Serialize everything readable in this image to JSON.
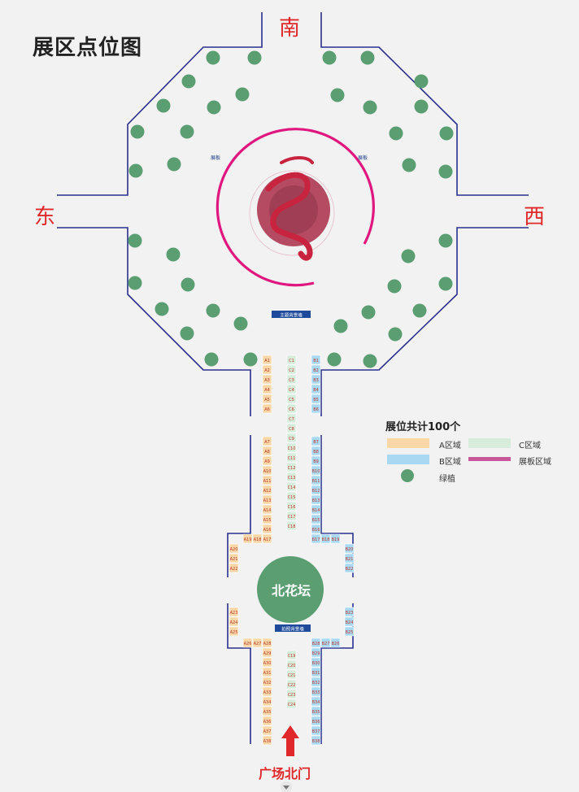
{
  "title": "展区点位图",
  "compass": {
    "south": "南",
    "east": "东",
    "west": "西"
  },
  "labels": {
    "panel_left": "展板",
    "panel_right": "展板",
    "theme_wall": "主题背景墙",
    "flower_bed": "北花坛",
    "photo_wall": "拍照背景墙",
    "gate": "广场北门"
  },
  "legend": {
    "title": "展位共计100个",
    "items": [
      {
        "label": "A区域",
        "color": "#fbd7a8"
      },
      {
        "label": "C区域",
        "color": "#d8ecdb"
      },
      {
        "label": "B区域",
        "color": "#a9d8f3"
      },
      {
        "label": "展板区域",
        "color": "#c8569b"
      },
      {
        "label": "绿植",
        "color": "#5a9e72"
      }
    ]
  },
  "booths": {
    "A": [
      "A1",
      "A2",
      "A3",
      "A4",
      "A5",
      "A6",
      "A7",
      "A8",
      "A9",
      "A10",
      "A11",
      "A12",
      "A13",
      "A14",
      "A15",
      "A16",
      "A17",
      "A18",
      "A19",
      "A20",
      "A21",
      "A22",
      "A23",
      "A24",
      "A25",
      "A26",
      "A27",
      "A28",
      "A29",
      "A30",
      "A31",
      "A32",
      "A33",
      "A34",
      "A35",
      "A36",
      "A37",
      "A38"
    ],
    "B": [
      "B1",
      "B2",
      "B3",
      "B4",
      "B5",
      "B6",
      "B7",
      "B8",
      "B9",
      "B10",
      "B11",
      "B12",
      "B13",
      "B14",
      "B15",
      "B16",
      "B17",
      "B18",
      "B19",
      "B20",
      "B21",
      "B22",
      "B23",
      "B24",
      "B25",
      "B26",
      "B27",
      "B28",
      "B29",
      "B30",
      "B31",
      "B32",
      "B33",
      "B34",
      "B35",
      "B36",
      "B37",
      "B38"
    ],
    "C": [
      "C1",
      "C2",
      "C3",
      "C4",
      "C5",
      "C6",
      "C7",
      "C8",
      "C9",
      "C10",
      "C11",
      "C12",
      "C13",
      "C14",
      "C15",
      "C16",
      "C17",
      "C18",
      "C19",
      "C20",
      "C21",
      "C22",
      "C23",
      "C24"
    ]
  },
  "colors": {
    "wall": "#2b2f8c",
    "booth_a": "#fbd7a8",
    "booth_b": "#a9d8f3",
    "booth_c": "#d8ecdb",
    "booth_text": "#c0392b",
    "plant": "#5a9e72",
    "panel_arc": "#e0177f",
    "gate_arrow": "#e0282a"
  }
}
